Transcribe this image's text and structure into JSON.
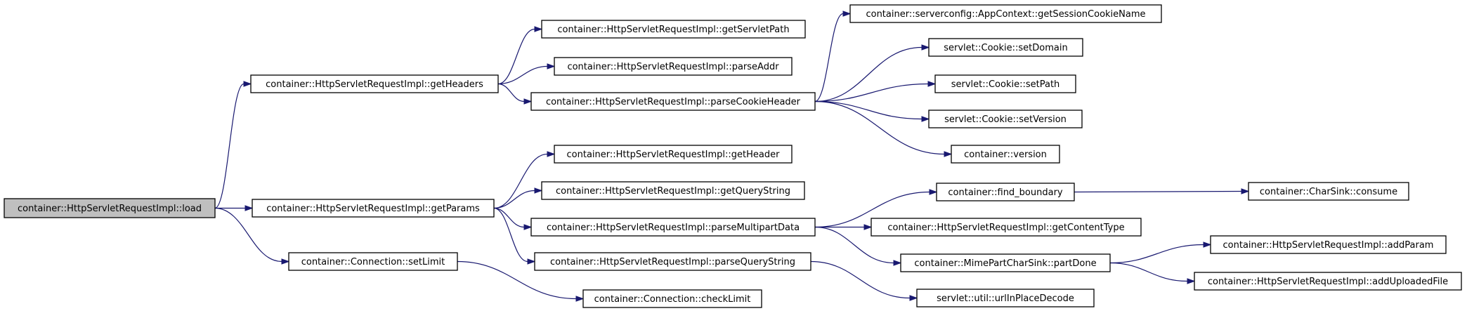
{
  "graph": {
    "nodes": [
      {
        "id": "load",
        "label": "container::HttpServletRequestImpl::load",
        "root": true
      },
      {
        "id": "getHeaders",
        "label": "container::HttpServletRequestImpl::getHeaders"
      },
      {
        "id": "getParams",
        "label": "container::HttpServletRequestImpl::getParams"
      },
      {
        "id": "setLimit",
        "label": "container::Connection::setLimit"
      },
      {
        "id": "getServletPath",
        "label": "container::HttpServletRequestImpl::getServletPath"
      },
      {
        "id": "parseAddr",
        "label": "container::HttpServletRequestImpl::parseAddr"
      },
      {
        "id": "parseCookieHeader",
        "label": "container::HttpServletRequestImpl::parseCookieHeader"
      },
      {
        "id": "getHeader",
        "label": "container::HttpServletRequestImpl::getHeader"
      },
      {
        "id": "getQueryString",
        "label": "container::HttpServletRequestImpl::getQueryString"
      },
      {
        "id": "parseMultipartData",
        "label": "container::HttpServletRequestImpl::parseMultipartData"
      },
      {
        "id": "parseQueryString",
        "label": "container::HttpServletRequestImpl::parseQueryString"
      },
      {
        "id": "checkLimit",
        "label": "container::Connection::checkLimit"
      },
      {
        "id": "getSessionCookieName",
        "label": "container::serverconfig::AppContext::getSessionCookieName"
      },
      {
        "id": "setDomain",
        "label": "servlet::Cookie::setDomain"
      },
      {
        "id": "setPath",
        "label": "servlet::Cookie::setPath"
      },
      {
        "id": "setVersion",
        "label": "servlet::Cookie::setVersion"
      },
      {
        "id": "version",
        "label": "container::version"
      },
      {
        "id": "find_boundary",
        "label": "container::find_boundary"
      },
      {
        "id": "getContentType",
        "label": "container::HttpServletRequestImpl::getContentType"
      },
      {
        "id": "partDone",
        "label": "container::MimePartCharSink::partDone"
      },
      {
        "id": "urlInPlaceDecode",
        "label": "servlet::util::urlInPlaceDecode"
      },
      {
        "id": "consume",
        "label": "container::CharSink::consume"
      },
      {
        "id": "addParam",
        "label": "container::HttpServletRequestImpl::addParam"
      },
      {
        "id": "addUploadedFile",
        "label": "container::HttpServletRequestImpl::addUploadedFile"
      }
    ],
    "edges": [
      [
        "load",
        "getHeaders"
      ],
      [
        "load",
        "getParams"
      ],
      [
        "load",
        "setLimit"
      ],
      [
        "getHeaders",
        "getServletPath"
      ],
      [
        "getHeaders",
        "parseAddr"
      ],
      [
        "getHeaders",
        "parseCookieHeader"
      ],
      [
        "parseCookieHeader",
        "getSessionCookieName"
      ],
      [
        "parseCookieHeader",
        "setDomain"
      ],
      [
        "parseCookieHeader",
        "setPath"
      ],
      [
        "parseCookieHeader",
        "setVersion"
      ],
      [
        "parseCookieHeader",
        "version"
      ],
      [
        "getParams",
        "getHeader"
      ],
      [
        "getParams",
        "getQueryString"
      ],
      [
        "getParams",
        "parseMultipartData"
      ],
      [
        "getParams",
        "parseQueryString"
      ],
      [
        "parseMultipartData",
        "find_boundary"
      ],
      [
        "parseMultipartData",
        "getContentType"
      ],
      [
        "parseMultipartData",
        "partDone"
      ],
      [
        "find_boundary",
        "consume"
      ],
      [
        "partDone",
        "addParam"
      ],
      [
        "partDone",
        "addUploadedFile"
      ],
      [
        "parseQueryString",
        "urlInPlaceDecode"
      ],
      [
        "setLimit",
        "checkLimit"
      ]
    ]
  }
}
